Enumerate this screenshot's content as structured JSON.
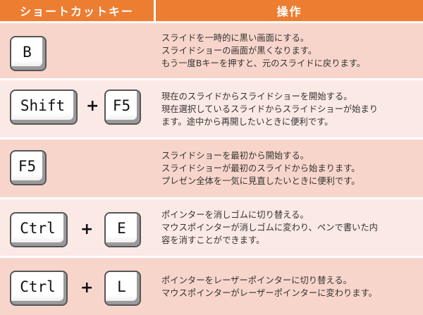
{
  "header": {
    "col1": "ショートカットキー",
    "col2": "操作"
  },
  "rows": [
    {
      "keys": [
        "B"
      ],
      "lines": [
        "スライドを一時的に黒い画面にする。",
        "スライドショーの画面が黒くなります。",
        "もう一度Bキーを押すと、元のスライドに戻ります。"
      ]
    },
    {
      "keys": [
        "Shift",
        "F5"
      ],
      "plus": "+",
      "lines": [
        "現在のスライドからスライドショーを開始する。",
        "現在選択しているスライドからスライドショーが始まり",
        "ます。途中から再開したいときに便利です。"
      ]
    },
    {
      "keys": [
        "F5"
      ],
      "lines": [
        "スライドショーを最初から開始する。",
        "スライドショーが最初のスライドから始まります。",
        "プレゼン全体を一気に見直したいときに便利です。"
      ]
    },
    {
      "keys": [
        "Ctrl",
        "E"
      ],
      "plus": "+",
      "lines": [
        "ポインターを消しゴムに切り替える。",
        "マウスポインターが消しゴムに変わり、ペンで書いた内",
        "容を消すことができます。"
      ]
    },
    {
      "keys": [
        "Ctrl",
        "L"
      ],
      "plus": "+",
      "lines": [
        "ポインターをレーザーポインターに切り替える。",
        "マウスポインターがレーザーポインターに変わります。"
      ]
    }
  ]
}
